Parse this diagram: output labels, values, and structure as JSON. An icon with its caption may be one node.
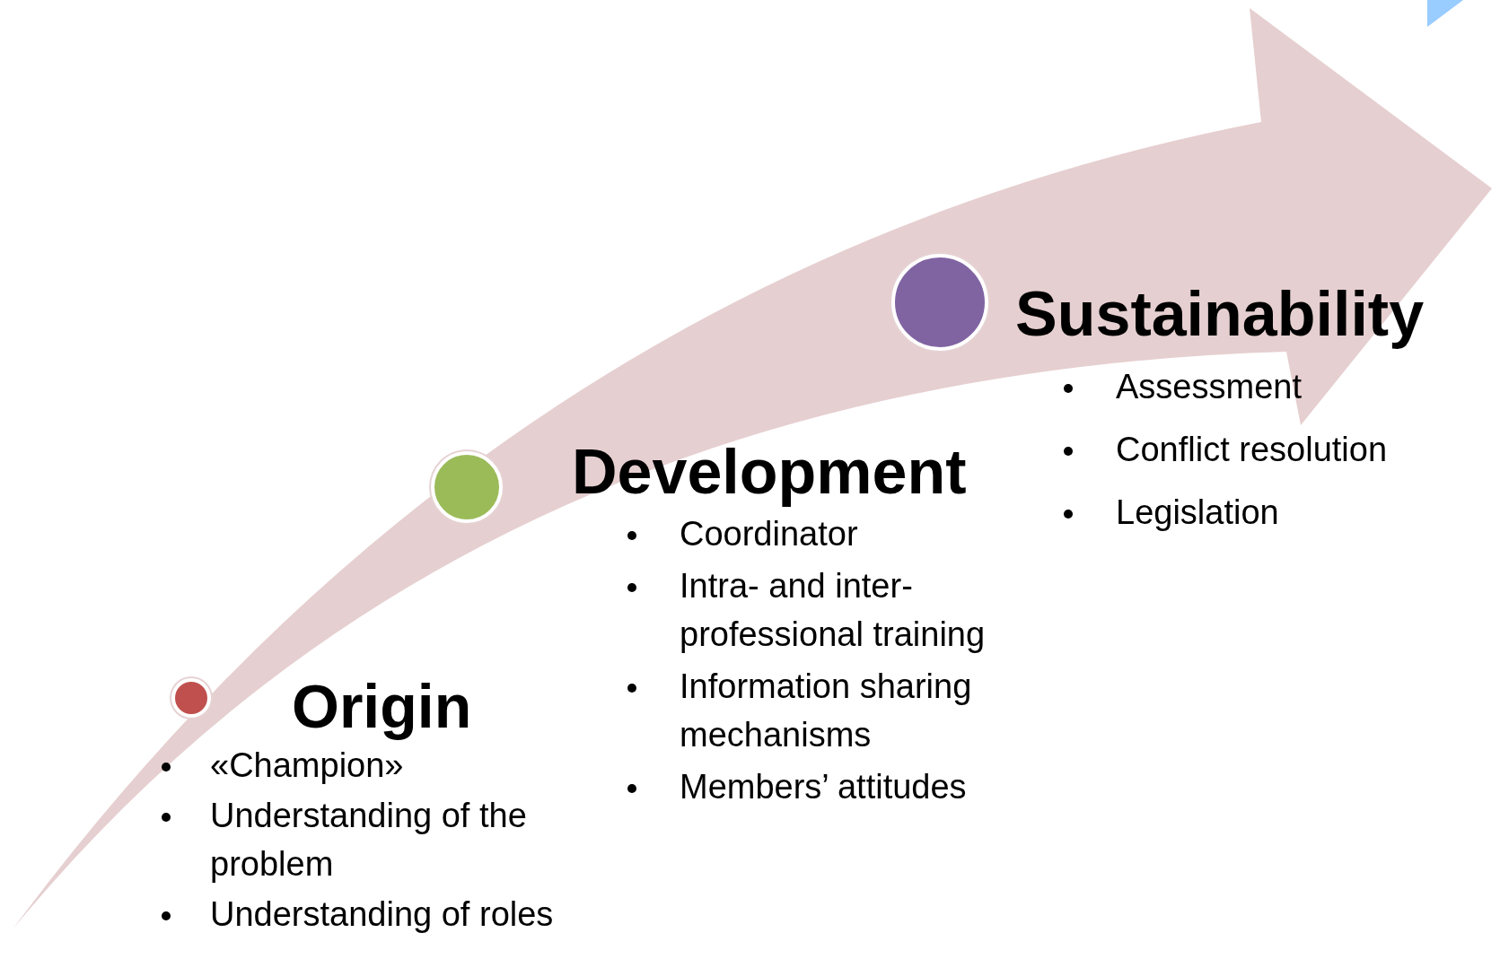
{
  "diagram": {
    "nodes": [
      {
        "text": [
          "Origin",
          "«Champion»",
          "Understanding of the problem",
          "Understanding of roles"
        ]
      },
      {
        "text": [
          "Development",
          "Coordinator",
          "Intra- and inter-professional training",
          "Information sharing mechanisms",
          "Members’ attitudes"
        ]
      },
      {
        "text": [
          "Sustainability",
          "Assessment",
          "Conflict resolution",
          "Legislation"
        ]
      }
    ]
  }
}
